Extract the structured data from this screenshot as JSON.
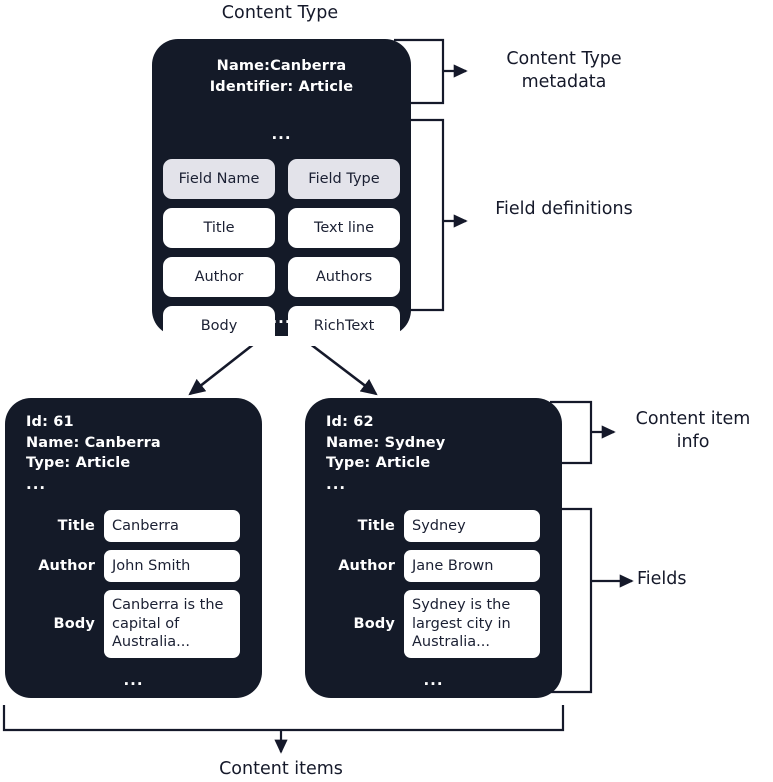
{
  "diagram": {
    "title": "Content Type",
    "footer_label": "Content items"
  },
  "content_type": {
    "name_line": "Name:Canberra",
    "identifier_line": "Identifier: Article",
    "ellipsis": "...",
    "bottom_ellipsis": "...",
    "table": {
      "headers": [
        "Field Name",
        "Field Type"
      ],
      "rows": [
        [
          "Title",
          "Text line"
        ],
        [
          "Author",
          "Authors"
        ],
        [
          "Body",
          "RichText"
        ]
      ]
    }
  },
  "content_items": [
    {
      "id_line": "Id: 61",
      "name_line": "Name: Canberra",
      "type_line": "Type: Article",
      "ellipsis": "...",
      "bottom_ellipsis": "...",
      "fields": [
        {
          "label": "Title",
          "value": "Canberra"
        },
        {
          "label": "Author",
          "value": "John Smith"
        },
        {
          "label": "Body",
          "value": "Canberra is the capital of Australia..."
        }
      ]
    },
    {
      "id_line": "Id: 62",
      "name_line": "Name: Sydney",
      "type_line": "Type: Article",
      "ellipsis": "...",
      "bottom_ellipsis": "...",
      "fields": [
        {
          "label": "Title",
          "value": "Sydney"
        },
        {
          "label": "Author",
          "value": "Jane Brown"
        },
        {
          "label": "Body",
          "value": "Sydney is the largest city in Australia..."
        }
      ]
    }
  ],
  "annotations": {
    "content_type_metadata": "Content Type metadata",
    "field_definitions": "Field definitions",
    "content_item_info": "Content item info",
    "fields": "Fields"
  },
  "colors": {
    "card_background": "#141a28",
    "card_text": "#ffffff",
    "header_cell": "#e3e3ea",
    "value_cell": "#ffffff",
    "page_background": "#ffffff",
    "line": "#15192a"
  }
}
